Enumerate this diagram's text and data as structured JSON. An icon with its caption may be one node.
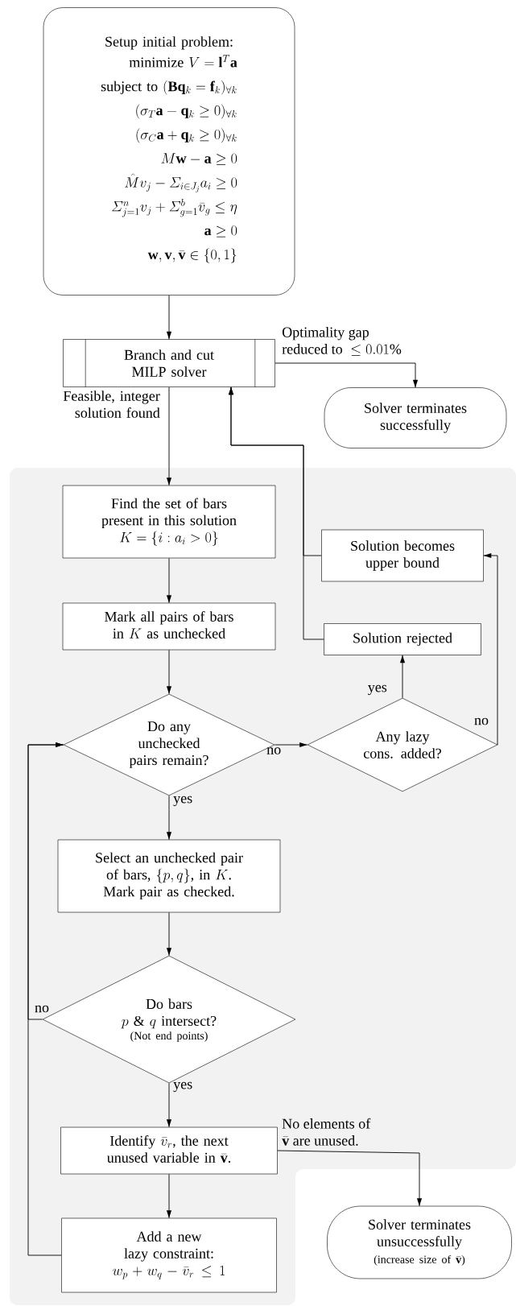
{
  "diagram": {
    "nodes": [
      {
        "text": [
          "Setup initial problem:",
          "\\begin{array}{r}\\text{minimize } V=\\mathbf{l}^T\\mathbf{a}\\\\\\text{subject to } (\\mathbf{B}\\mathbf{q}_k=\\mathbf{f}_k)_{\\forall k}\\\\(\\sigma_T\\mathbf{a}-\\mathbf{q}_k\\geq 0)_{\\forall k}\\\\(\\sigma_C\\mathbf{a}+\\mathbf{q}_k\\geq 0)_{\\forall k}\\\\M\\mathbf{w}-\\mathbf{a}\\geq 0\\\\\\hat{M}v_j-\\varSigma_{i\\in J_j}a_i\\geq 0\\\\\\varSigma_{j=1}^{n}v_j+\\varSigma_{g=1}^{b}\\bar{v}_g\\leq\\eta\\\\\\mathbf{a}\\geq 0\\\\\\mathbf{w},\\mathbf{v},\\bar{\\mathbf{v}}\\in\\{0,1\\}\\end{array}"
        ]
      },
      {
        "text": [
          "Branch and cut MILP solver"
        ]
      },
      {
        "text": [
          "Solver terminates successfully"
        ]
      },
      {
        "text": [
          "\\begin{array}{c}\\text{Find the set of bars}\\\\\\text{present in this solution}\\\\K=\\{i:a_i>0\\}\\end{array}"
        ]
      },
      {
        "text": [
          "\\begin{array}{c}\\text{Mark all pairs of bars}\\\\\\text{in }K\\text{ as unchecked}\\end{array}"
        ]
      },
      {
        "text": [
          "Do any unchecked pairs remain?"
        ]
      },
      {
        "text": [
          "Any lazy cons. added?"
        ]
      },
      {
        "text": [
          "Solution rejected"
        ]
      },
      {
        "text": [
          "Solution becomes upper bound"
        ]
      },
      {
        "text": [
          "\\begin{array}{c}\\text{Select an unchecked pair}\\\\\\text{of bars, }\\{p,q\\}\\text{, in }K\\text{.}\\\\\\text{Mark pair as checked.}\\end{array}"
        ]
      },
      {
        "text": [
          "\\begin{array}{c}\\text{Do bars}\\\\p\\ \\&\\ q\\text{ intersect?}\\end{array}",
          "(Not end points)"
        ]
      },
      {
        "text": [
          "\\begin{array}{c}\\text{Identify }\\bar{v}_r\\text{, the next}\\\\\\text{unused variable in }\\bar{\\mathbf{v}}\\text{.}\\end{array}"
        ]
      },
      {
        "text": [
          "Add a new lazy constraint:",
          "w_p+w_q-\\bar{v}_r\\leq 1"
        ]
      },
      {
        "text": [
          "Solver terminates unsuccessfully",
          "\\text{(increase size of }\\bar{\\mathbf{v}}\\text{)}"
        ]
      }
    ],
    "edges": [
      {
        "from": 0,
        "to": 1,
        "arrow": "to"
      },
      {
        "from": 1,
        "to": 2,
        "arrow": "to",
        "label": "\\begin{array}{l}\\text{Optimality gap}\\\\\\text{reduced to }\\leq 0.01\\%\\end{array}"
      },
      {
        "from": 1,
        "to": 3,
        "arrow": "to",
        "label": "Feasible, integer solution found"
      },
      {
        "from": 3,
        "to": 4,
        "arrow": "to"
      },
      {
        "from": 4,
        "to": 5,
        "arrow": "to"
      },
      {
        "from": 5,
        "to": 6,
        "arrow": "to",
        "label": "no"
      },
      {
        "from": 5,
        "to": 9,
        "arrow": "to",
        "label": "yes"
      },
      {
        "from": 6,
        "to": 7,
        "arrow": "to",
        "label": "yes"
      },
      {
        "from": 6,
        "to": 8,
        "arrow": "to",
        "label": "no"
      },
      {
        "from": 7,
        "to": 1,
        "arrow": "to"
      },
      {
        "from": 8,
        "to": 1,
        "arrow": "to"
      },
      {
        "from": 9,
        "to": 10,
        "arrow": "to"
      },
      {
        "from": 10,
        "to": 11,
        "arrow": "to",
        "label": "yes"
      },
      {
        "from": 10,
        "to": 5,
        "arrow": "to",
        "label": "no"
      },
      {
        "from": 11,
        "to": 12,
        "arrow": "to"
      },
      {
        "from": 11,
        "to": 13,
        "arrow": "to",
        "label": "\\begin{array}{l}\\text{No elements of}\\\\\\bar{\\mathbf{v}}\\text{ are unused.}\\end{array}"
      },
      {
        "from": 12,
        "to": 5,
        "arrow": "to"
      }
    ]
  }
}
